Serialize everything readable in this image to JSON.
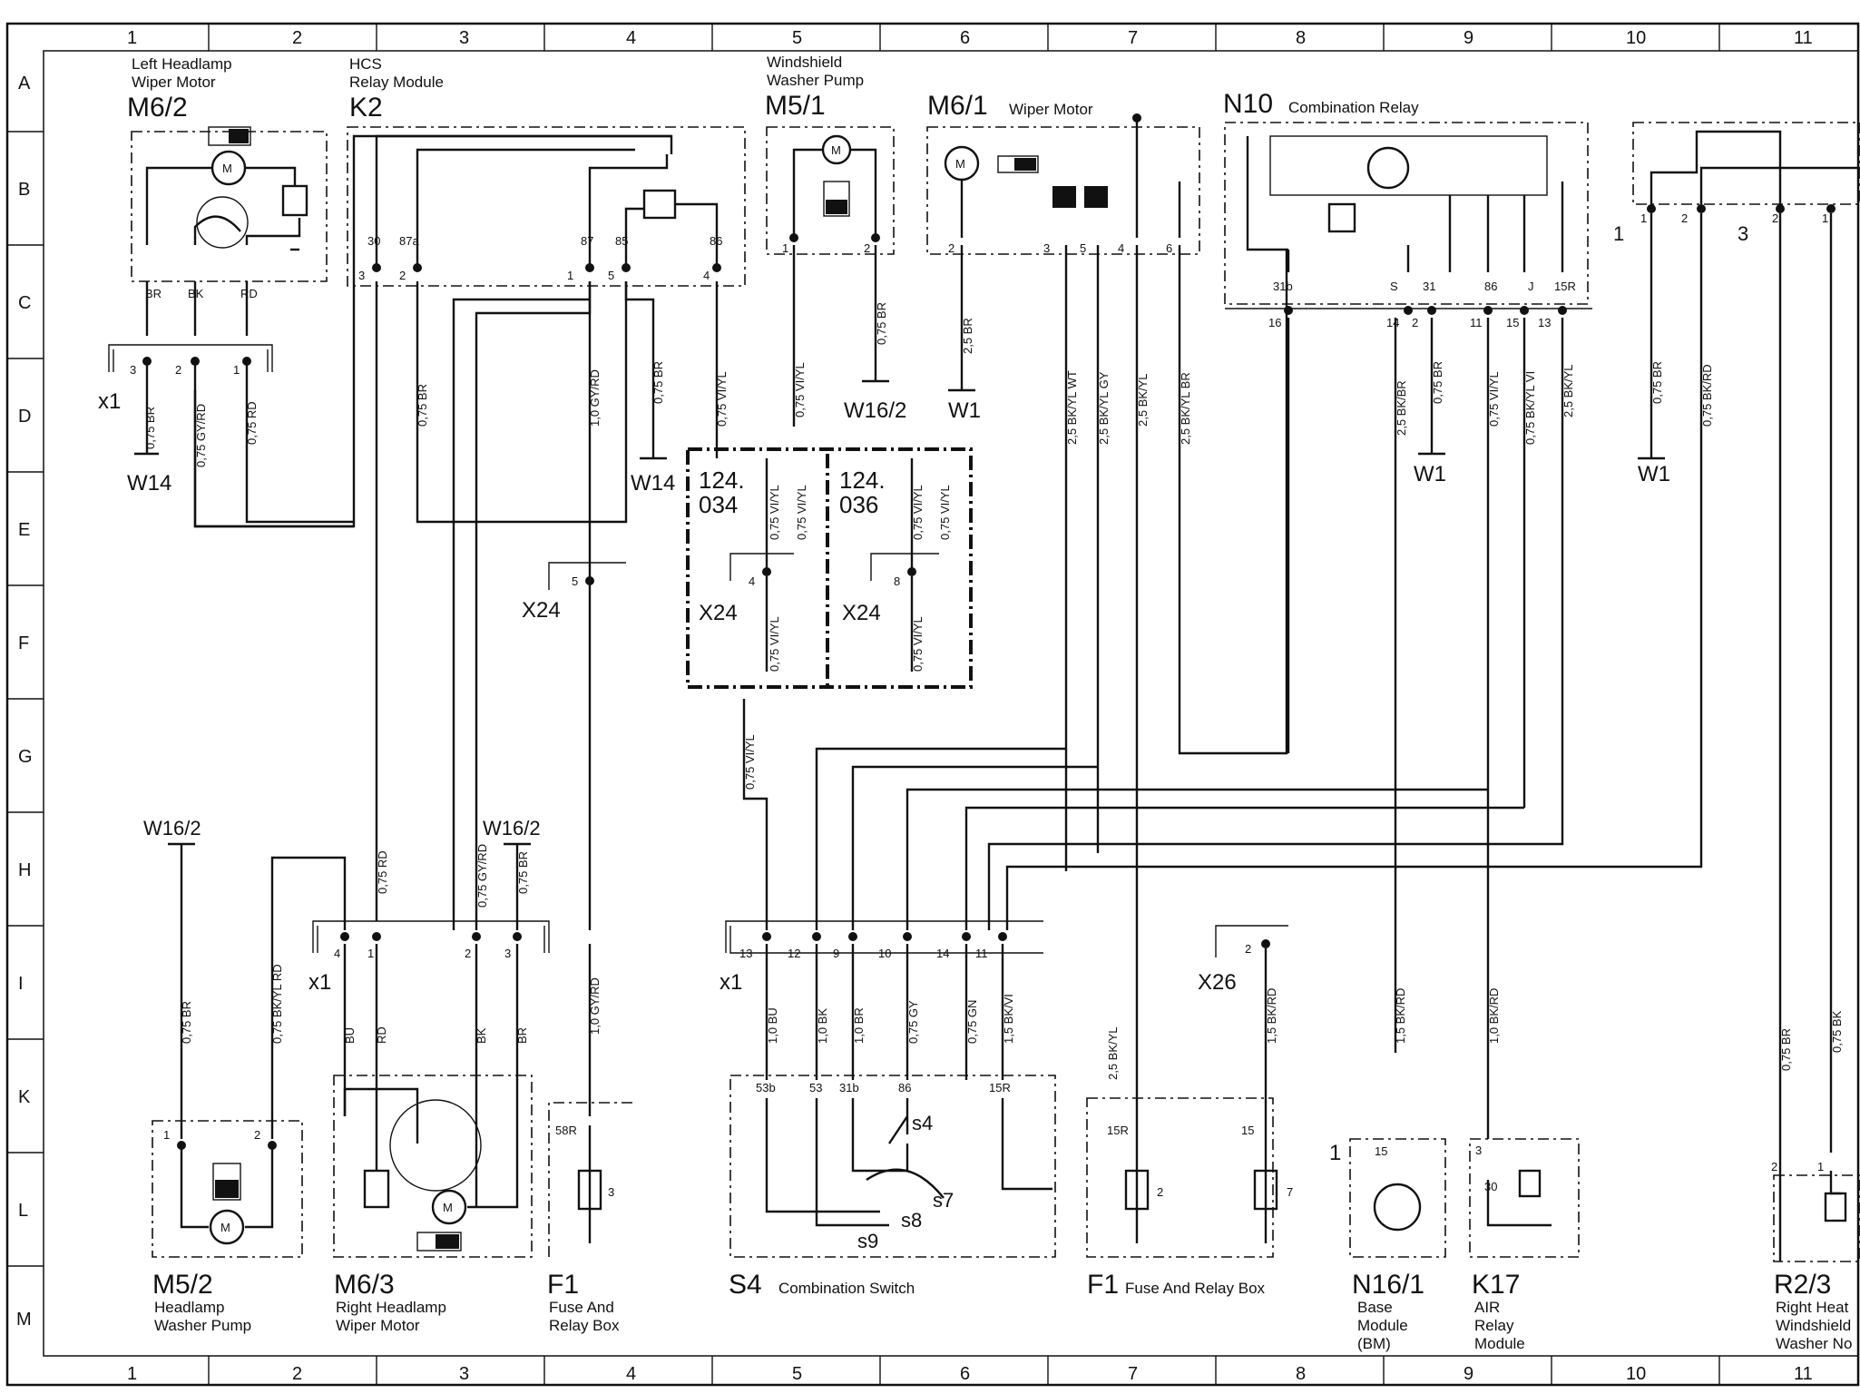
{
  "grid": {
    "cols": [
      "1",
      "2",
      "3",
      "4",
      "5",
      "6",
      "7",
      "8",
      "9",
      "10",
      "11"
    ],
    "rows": [
      "A",
      "B",
      "C",
      "D",
      "E",
      "F",
      "G",
      "H",
      "I",
      "K",
      "L",
      "M"
    ]
  },
  "components": {
    "m6_2": {
      "id": "M6/2",
      "desc1": "Left Headlamp",
      "desc2": "Wiper Motor"
    },
    "k2": {
      "id": "K2",
      "desc1": "HCS",
      "desc2": "Relay Module"
    },
    "m5_1": {
      "id": "M5/1",
      "desc1": "Windshield",
      "desc2": "Washer Pump"
    },
    "m6_1": {
      "id": "M6/1",
      "desc": "Wiper Motor"
    },
    "n10": {
      "id": "N10",
      "desc": "Combination Relay"
    },
    "m5_2": {
      "id": "M5/2",
      "desc1": "Headlamp",
      "desc2": "Washer Pump"
    },
    "m6_3": {
      "id": "M6/3",
      "desc1": "Right Headlamp",
      "desc2": "Wiper Motor"
    },
    "f1a": {
      "id": "F1",
      "desc1": "Fuse And",
      "desc2": "Relay Box"
    },
    "s4": {
      "id": "S4",
      "desc": "Combination Switch"
    },
    "f1b": {
      "id": "F1",
      "desc": "Fuse And Relay Box"
    },
    "n16_1": {
      "id": "N16/1",
      "desc1": "Base",
      "desc2": "Module",
      "desc3": "(BM)"
    },
    "k17": {
      "id": "K17",
      "desc1": "AIR",
      "desc2": "Relay",
      "desc3": "Module"
    },
    "r2_3": {
      "id": "R2/3",
      "desc1": "Right Heat",
      "desc2": "Windshield",
      "desc3": "Washer No"
    }
  },
  "connectors": {
    "x1": "x1",
    "w14": "W14",
    "w16_2": "W16/2",
    "w1": "W1",
    "x24": "X24",
    "x26": "X26"
  },
  "variants": {
    "v1a": "124.",
    "v1b": "034",
    "v2a": "124.",
    "v2b": "036"
  },
  "wires": {
    "br075": "0,75 BR",
    "gyrd075": "0,75 GY/RD",
    "rd075": "0,75 RD",
    "gyrd10": "1,0 GY/RD",
    "viyl075": "0,75 VI/YL",
    "br25": "2,5 BR",
    "bkylwt": "2,5 BK/YL WT",
    "bkylgy": "2,5 BK/YL GY",
    "bkyl25": "2,5 BK/YL",
    "bkylbr": "2,5 BK/YL BR",
    "bkbr25": "2,5 BK/BR",
    "bkylvi": "0,75 BK/YL VI",
    "bkrd075": "0,75 BK/RD",
    "bkylrd": "0,75 BK/YL RD",
    "bu10": "1,0 BU",
    "bk10": "1,0 BK",
    "br10": "1,0 BR",
    "gy075": "0,75 GY",
    "gn075": "0,75 GN",
    "bkvi15": "1,5 BK/VI",
    "bkrd15": "1,5 BK/RD",
    "bkrd10": "1,0 BK/RD",
    "bk075": "0,75 BK",
    "viylf": "0,75 VI/YL",
    "bu": "BU",
    "rd": "RD",
    "bk": "BK",
    "br": "BR"
  },
  "pins": {
    "p30": "30",
    "p87a": "87a",
    "p87": "87",
    "p85": "85",
    "p86": "86",
    "p31b": "31b",
    "pS": "S",
    "p31": "31",
    "pJ": "J",
    "p15R": "15R",
    "p53b": "53b",
    "p53": "53",
    "p58R": "58R",
    "p15": "15"
  },
  "switch_labels": {
    "s4": "s4",
    "s7": "s7",
    "s8": "s8",
    "s9": "s9"
  },
  "motor_label": "M"
}
